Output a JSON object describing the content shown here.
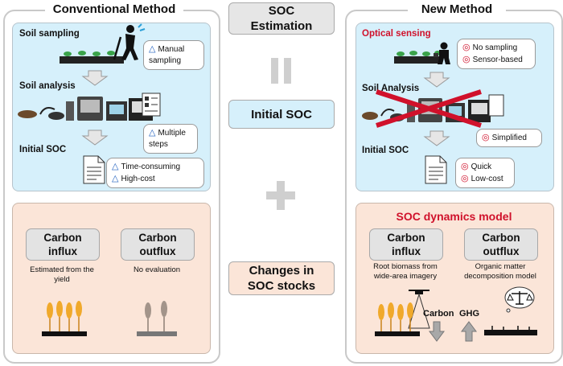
{
  "conventional": {
    "title": "Conventional Method",
    "soil_sampling": "Soil sampling",
    "soil_sampling_note": "Manual sampling",
    "soil_analysis": "Soil analysis",
    "soil_analysis_note": "Multiple steps",
    "initial_soc": "Initial SOC",
    "initial_notes": [
      "Time-consuming",
      "High-cost"
    ],
    "influx_label": "Carbon influx",
    "influx_note": "Estimated from the yield",
    "outflux_label": "Carbon outflux",
    "outflux_note": "No evaluation"
  },
  "center": {
    "soc_estimation": "SOC Estimation",
    "initial_soc": "Initial SOC",
    "changes": "Changes in SOC stocks"
  },
  "new_method": {
    "title": "New Method",
    "optical": "Optical sensing",
    "optical_notes": [
      "No sampling",
      "Sensor-based"
    ],
    "soil_analysis": "Soil Analysis",
    "simplified": "Simplified",
    "initial_soc": "Initial SOC",
    "initial_notes": [
      "Quick",
      "Low-cost"
    ],
    "dynamics_title": "SOC dynamics model",
    "influx_label": "Carbon influx",
    "influx_note": "Root biomass from wide-area imagery",
    "outflux_label": "Carbon outflux",
    "outflux_note": "Organic matter decomposition model",
    "carbon": "Carbon",
    "ghg": "GHG"
  },
  "colors": {
    "blue_fill": "#d6f0fb",
    "peach_fill": "#fbe5d8",
    "red": "#d0112b",
    "triangle_blue": "#1f5fbf"
  }
}
